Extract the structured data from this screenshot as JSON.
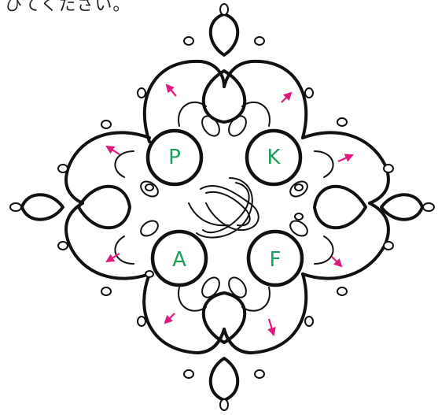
{
  "caption": "ひてくたさい。",
  "labels": {
    "p": "P",
    "k": "K",
    "a": "A",
    "f": "F"
  },
  "colors": {
    "label": "#1aa05a",
    "arrow": "#e0197d",
    "line": "#111111"
  }
}
